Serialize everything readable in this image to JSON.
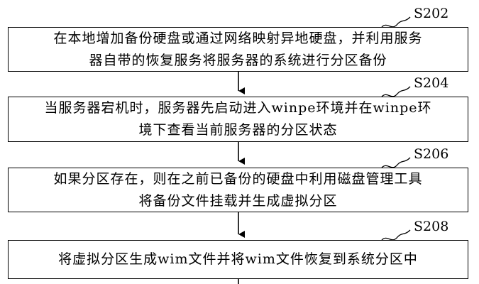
{
  "steps": [
    {
      "label": "S202",
      "text": "在本地增加备份硬盘或通过网络映射异地硬盘，并利用服务\n器自带的恢复服务将服务器的系统进行分区备份"
    },
    {
      "label": "S204",
      "text": "当服务器宕机时，服务器先启动进入winpe环境并在winpe环\n境下查看当前服务器的分区状态"
    },
    {
      "label": "S206",
      "text": "如果分区存在，则在之前已备份的硬盘中利用磁盘管理工具\n将备份文件挂载并生成虚拟分区"
    },
    {
      "label": "S208",
      "text": "将虚拟分区生成wim文件并将wim文件恢复到系统分区中"
    }
  ]
}
